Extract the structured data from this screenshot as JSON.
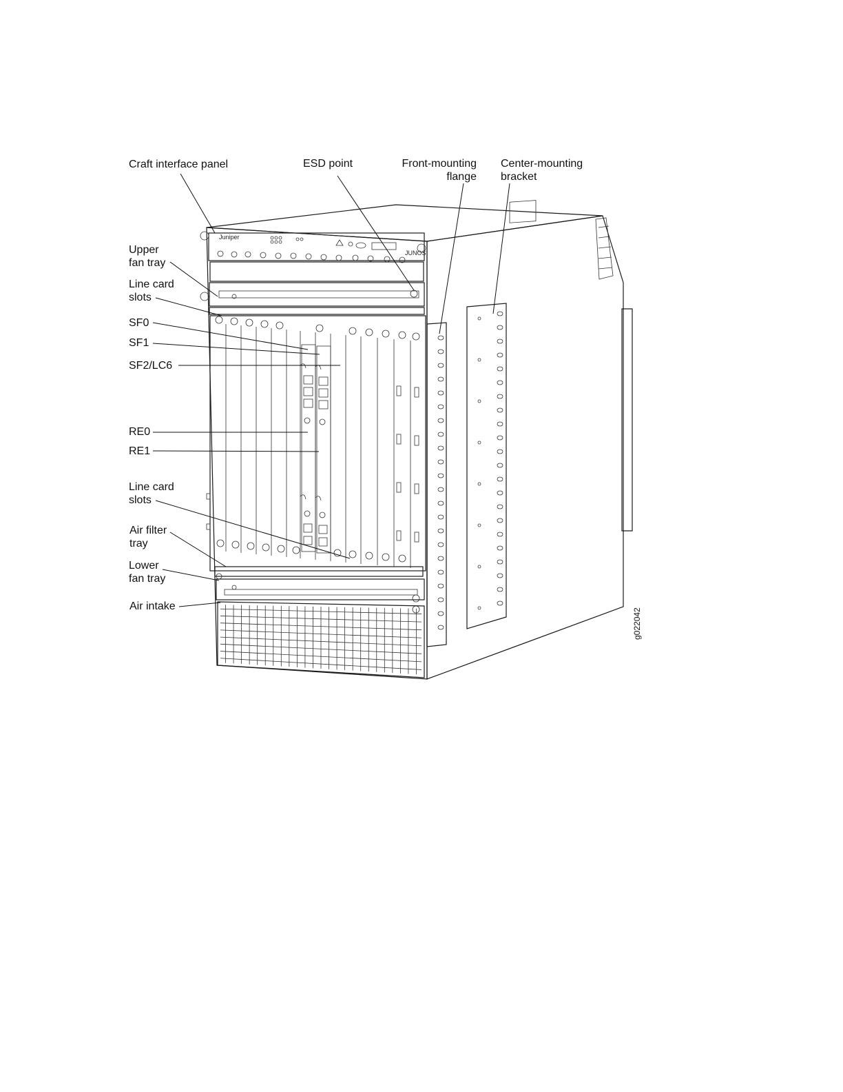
{
  "figure": {
    "labels": {
      "craft_interface_panel": "Craft interface panel",
      "esd_point": "ESD point",
      "front_mounting_flange": "Front-mounting\nflange",
      "center_mounting_bracket": "Center-mounting\nbracket",
      "upper_fan_tray": "Upper\nfan tray",
      "line_card_slots_top": "Line card\nslots",
      "sf0": "SF0",
      "sf1": "SF1",
      "sf2_lc6": "SF2/LC6",
      "re0": "RE0",
      "re1": "RE1",
      "line_card_slots_bottom": "Line card\nslots",
      "air_filter_tray": "Air filter\ntray",
      "lower_fan_tray": "Lower\nfan tray",
      "air_intake": "Air intake"
    },
    "figure_id": "g022042",
    "brand_logo": "Juniper",
    "os_logo": "JUNOS"
  },
  "colors": {
    "line": "#1a1a1a",
    "chassis_side": "#f4f4f4",
    "chassis_front": "#ffffff"
  }
}
